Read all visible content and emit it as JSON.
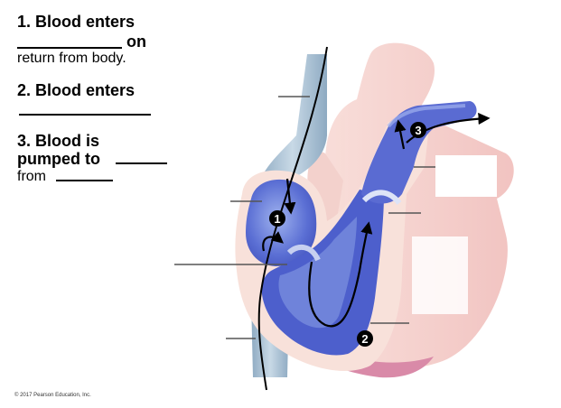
{
  "questions": [
    {
      "number": "1.",
      "line1": "Blood enters",
      "line2_suffix": "on",
      "line3": "return from body."
    },
    {
      "number": "2.",
      "line1": "Blood enters"
    },
    {
      "number": "3.",
      "line1": "Blood is",
      "line2": "pumped to",
      "line3": "from"
    }
  ],
  "markers": [
    "1",
    "2",
    "3"
  ],
  "copyright": "© 2017 Pearson Education, Inc.",
  "colors": {
    "vena_cava": "#a9c3d8",
    "chamber_blue": "#4a5cc9",
    "chamber_light": "#8fa6e6",
    "heart_pink": "#f3c7c4",
    "wall": "#fae8e3",
    "pericardium": "#d98aa8"
  },
  "icons": [
    "heart-illustration",
    "arrow-flow"
  ]
}
